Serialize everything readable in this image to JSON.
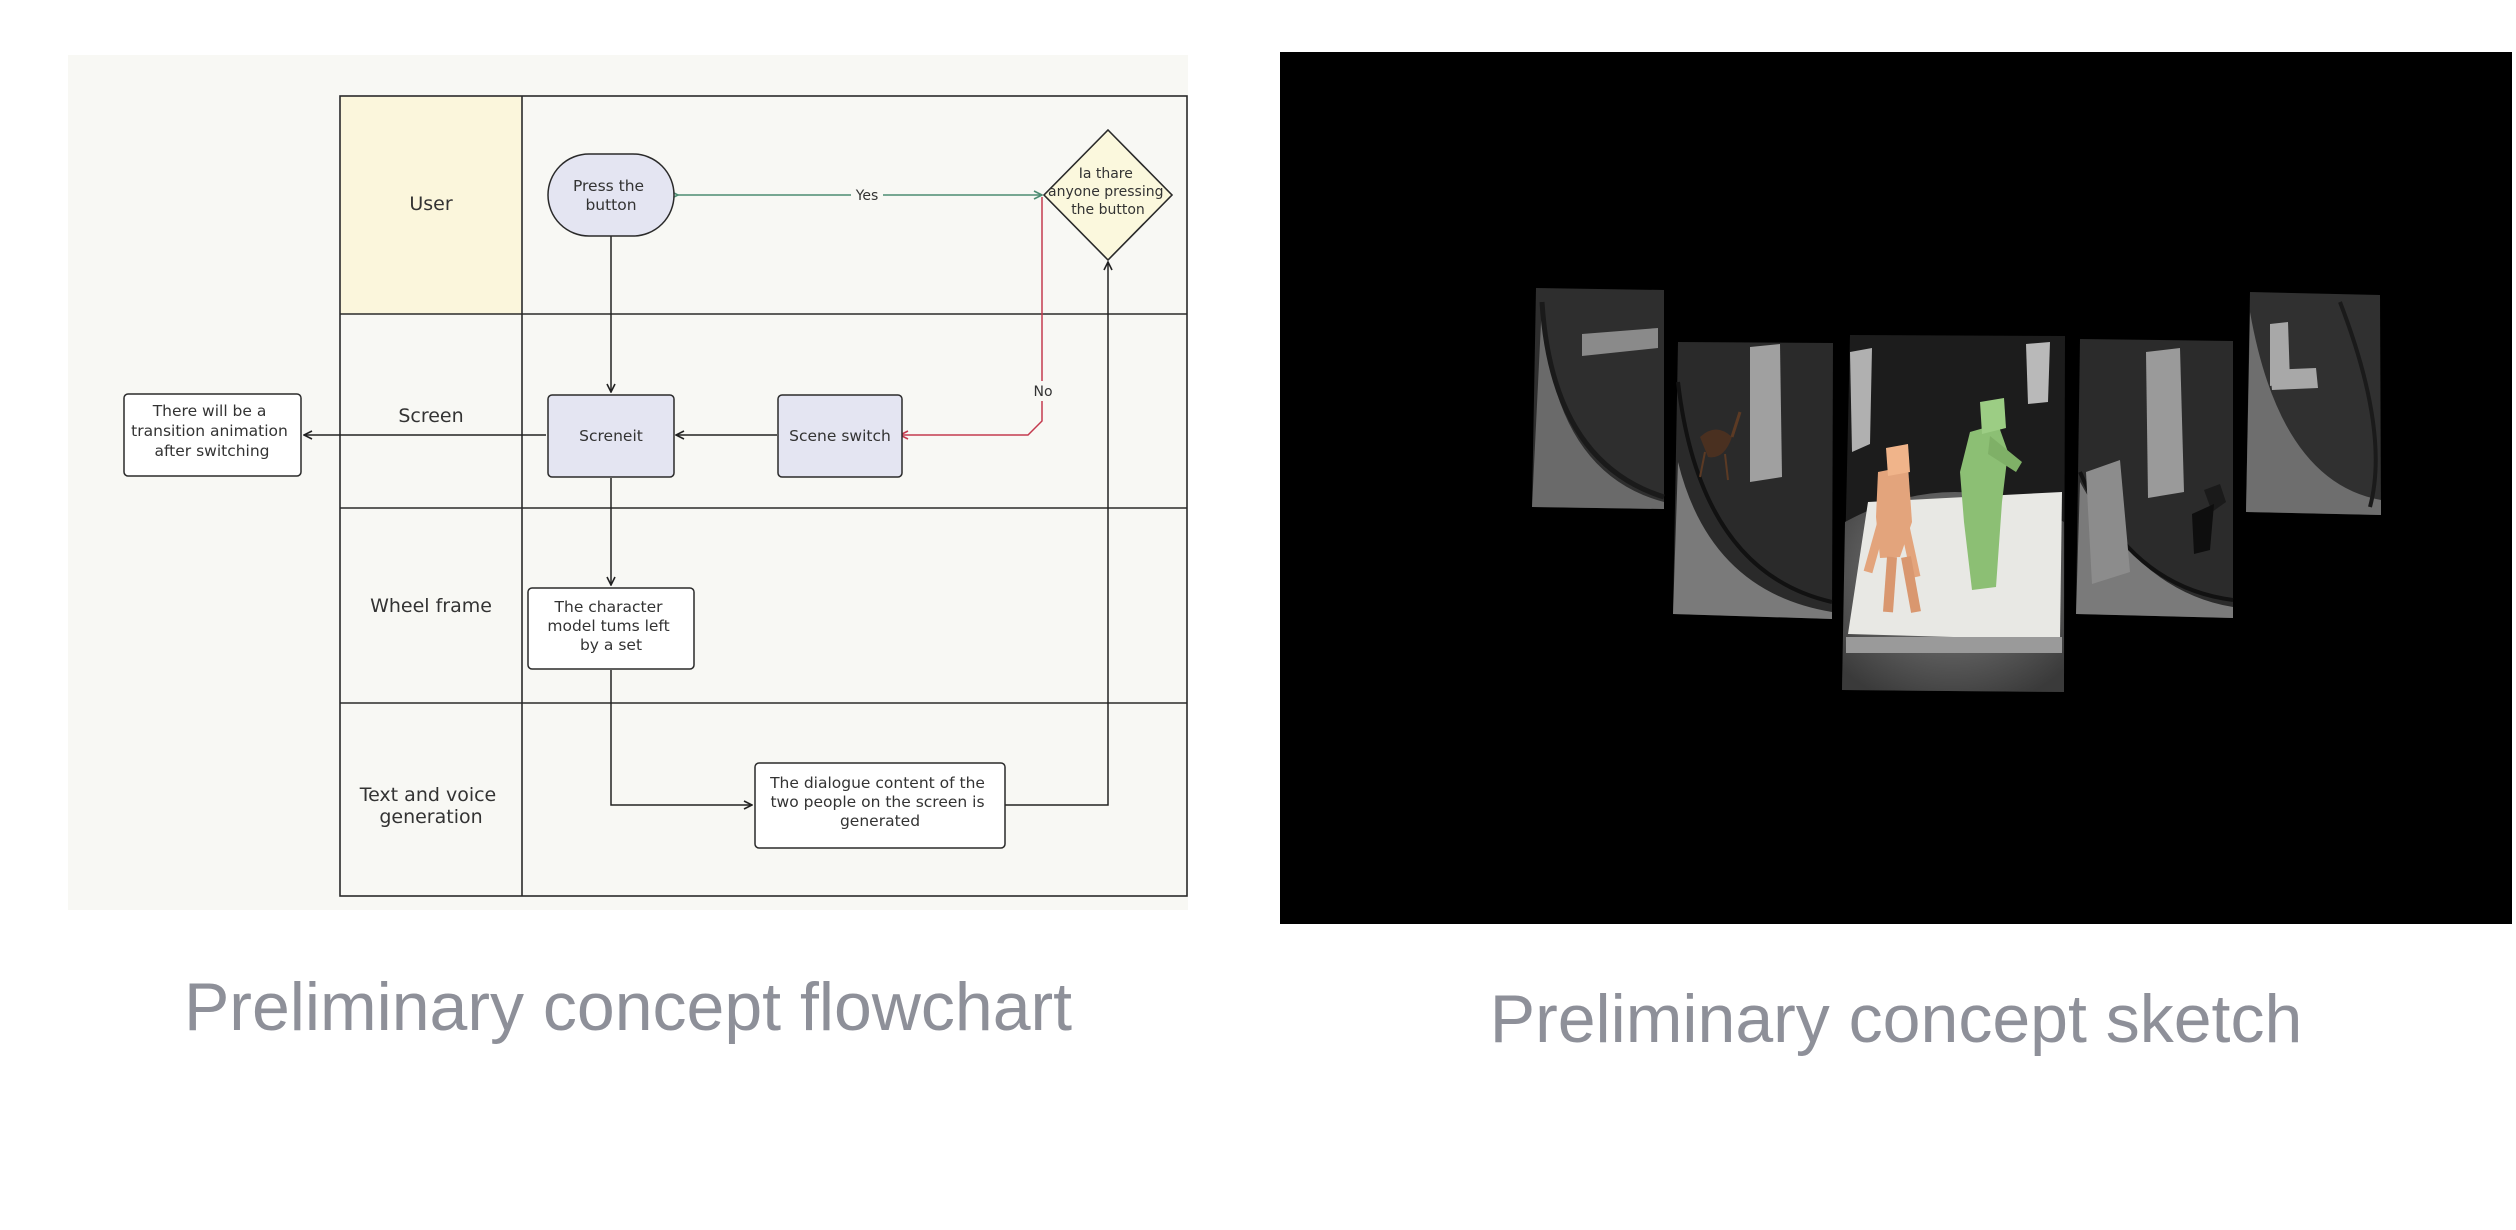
{
  "flowchart": {
    "lanes": [
      {
        "label_lines": [
          "User"
        ]
      },
      {
        "label_lines": [
          "Screen"
        ]
      },
      {
        "label_lines": [
          "Wheel frame"
        ]
      },
      {
        "label_lines": [
          "Text and voice",
          "generation"
        ]
      }
    ],
    "nodes": {
      "press_button": [
        "Press the",
        "button"
      ],
      "decision": [
        "Ia thare",
        "anyone pressing",
        "the button"
      ],
      "screneit": [
        "Screneit"
      ],
      "scene_switch": [
        "Scene switch"
      ],
      "transition": [
        "There will be a",
        "transition animation",
        "after switching"
      ],
      "character": [
        "The character",
        "model tums left",
        "by a set"
      ],
      "dialogue": [
        "The dialogue content of the",
        "two people on the screen is",
        "generated"
      ]
    },
    "edge_labels": {
      "yes": "Yes",
      "no": "No"
    },
    "colors": {
      "user_lane": "#fbf6dc",
      "node_fill": "#e4e5f2",
      "decision_fill": "#fbf8dd",
      "yes_edge": "#4c8c72",
      "no_edge": "#c43a4e"
    }
  },
  "captions": {
    "left": "Preliminary concept flowchart",
    "right": "Preliminary concept sketch"
  }
}
